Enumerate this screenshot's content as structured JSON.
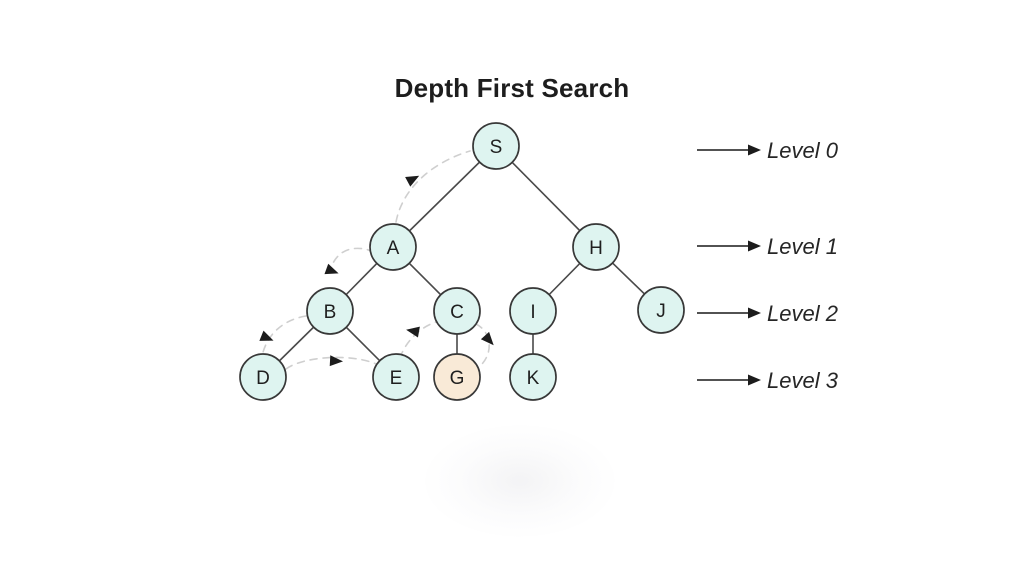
{
  "title": "Depth First Search",
  "tree": {
    "nodes": [
      {
        "label": "S",
        "level": 0,
        "highlighted": false
      },
      {
        "label": "A",
        "level": 1,
        "highlighted": false
      },
      {
        "label": "B",
        "level": 2,
        "highlighted": false
      },
      {
        "label": "C",
        "level": 2,
        "highlighted": false
      },
      {
        "label": "D",
        "level": 3,
        "highlighted": false
      },
      {
        "label": "E",
        "level": 3,
        "highlighted": false
      },
      {
        "label": "G",
        "level": 3,
        "highlighted": true
      },
      {
        "label": "H",
        "level": 1,
        "highlighted": false
      },
      {
        "label": "I",
        "level": 2,
        "highlighted": false
      },
      {
        "label": "J",
        "level": 2,
        "highlighted": false
      },
      {
        "label": "K",
        "level": 3,
        "highlighted": false
      }
    ],
    "edges": [
      [
        "S",
        "A"
      ],
      [
        "S",
        "H"
      ],
      [
        "A",
        "B"
      ],
      [
        "A",
        "C"
      ],
      [
        "B",
        "D"
      ],
      [
        "B",
        "E"
      ],
      [
        "C",
        "G"
      ],
      [
        "H",
        "I"
      ],
      [
        "H",
        "J"
      ],
      [
        "I",
        "K"
      ]
    ],
    "traversal_arcs": [
      [
        "S",
        "A"
      ],
      [
        "A",
        "B"
      ],
      [
        "B",
        "D"
      ],
      [
        "D",
        "E"
      ],
      [
        "E",
        "C"
      ],
      [
        "C",
        "G"
      ]
    ]
  },
  "legend": {
    "levels": [
      {
        "label": "Level 0"
      },
      {
        "label": "Level 1"
      },
      {
        "label": "Level 2"
      },
      {
        "label": "Level 3"
      }
    ]
  },
  "colors": {
    "node_fill": "#def4f0",
    "highlight_fill": "#f9ead7",
    "node_stroke": "#383838",
    "edge_stroke": "#4a4a4a",
    "dashed_arc": "#cfcfcf",
    "arrowhead": "#1c1c1c",
    "text": "#1d1d1d"
  }
}
